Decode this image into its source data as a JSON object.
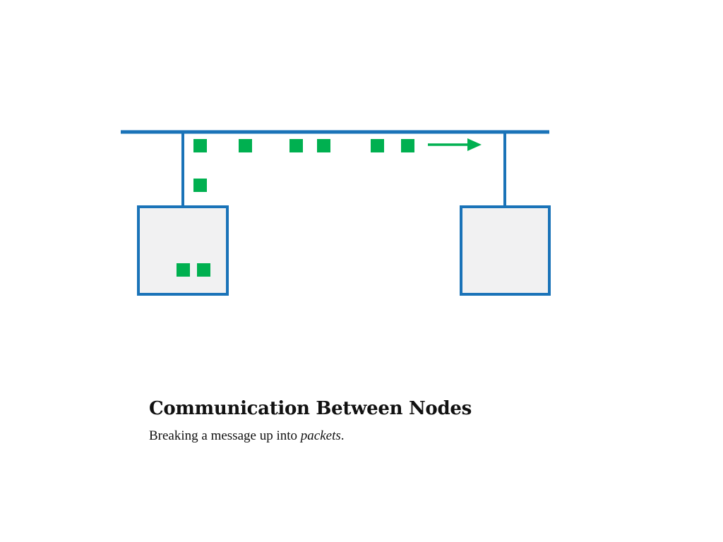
{
  "caption": {
    "title": "Communication Between Nodes",
    "subtitle_text": "Breaking a message up into ",
    "subtitle_emphasis": "packets",
    "subtitle_end": "."
  },
  "colors": {
    "network_line": "#1a73b8",
    "node_fill": "#f1f1f2",
    "node_stroke": "#1a73b8",
    "packet": "#00b050",
    "text": "#111111"
  },
  "diagram": {
    "nodes": [
      {
        "id": "sender-node",
        "packets_inside": 2
      },
      {
        "id": "receiver-node",
        "packets_inside": 0
      }
    ],
    "packets_in_transit": 7,
    "direction": "left-to-right"
  }
}
